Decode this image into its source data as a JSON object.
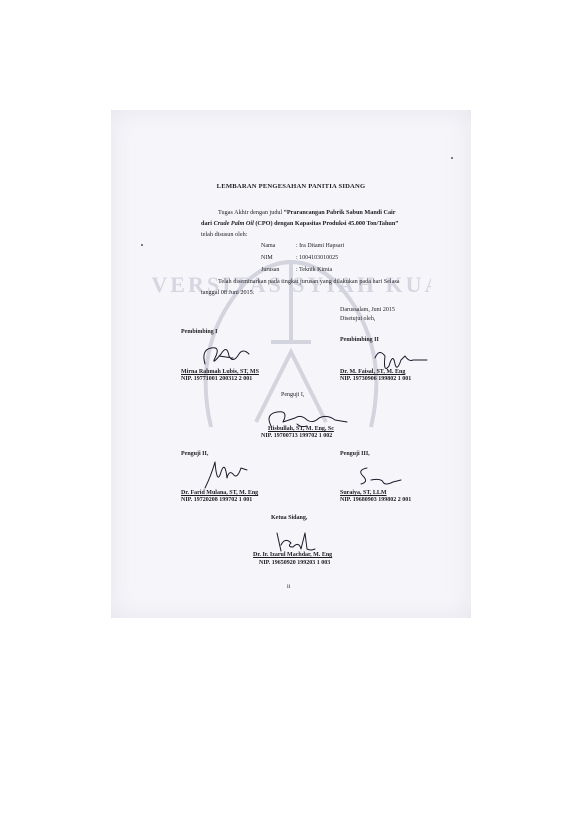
{
  "document": {
    "title": "LEMBARAN PENGESAHAN PANITIA SIDANG",
    "intro_prefix": "Tugas  Akhir  dengan  judul",
    "intro_title_part1": "“Prarancangan Pabrik Sabun Mandi Cair",
    "intro_line2_dari": "dari",
    "intro_cpo_italic": "Crude Palm Oil",
    "intro_title_part2": "(CPO) dengan Kapasitas Produksi 45.000 Ton/Tahun”",
    "intro_suffix": "telah disusun oleh:",
    "fields": [
      {
        "label": "Nama",
        "value": ": Ira Ditami Hapsari"
      },
      {
        "label": "NIM",
        "value": ": 1004103010025"
      },
      {
        "label": "Jurusan",
        "value": ": Teknik Kimia"
      }
    ],
    "seminar_line1": "Telah  diseminarkan pada  tingkat  jurusan  yang  dilakukan  pada  hari  Selasa",
    "seminar_line2": "tanggal 08 Juni 2015.",
    "place_date": "Darussalam,        Juni 2015",
    "approved_by": "Disetujui oleh,",
    "pembimbing1_label": "Pembimbing I",
    "pembimbing1_name": "Mirna Rahmah Lubis, ST, MS",
    "pembimbing1_nip": "NIP. 19771001 200312 2 001",
    "pembimbing2_label": "Pembimbing II",
    "pembimbing2_name": "Dr. M. Faisal, ST, M. Eng",
    "pembimbing2_nip": "NIP. 19730906 199802 1 001",
    "penguji1_label": "Penguji I,",
    "penguji1_name": "Hisbullah, ST, M. Eng, Sc",
    "penguji1_nip": "NIP. 19700713 199702 1 002",
    "penguji2_label": "Penguji II,",
    "penguji2_name": "Dr. Farid Mulana, ST, M. Eng",
    "penguji2_nip": "NIP. 19720208 199702 1 001",
    "penguji3_label": "Penguji III,",
    "penguji3_name": "Suraiya, ST, LLM",
    "penguji3_nip": "NIP. 19680903 199802 2 001",
    "ketua_label": "Ketua Sidang,",
    "ketua_name": "Dr. Ir. Izarul Machdar, M. Eng",
    "ketua_nip": "NIP. 19650920 199203 1 003",
    "page_number": "ii",
    "watermark_text": "UNIVERSITAS SYIAH KUALA"
  }
}
